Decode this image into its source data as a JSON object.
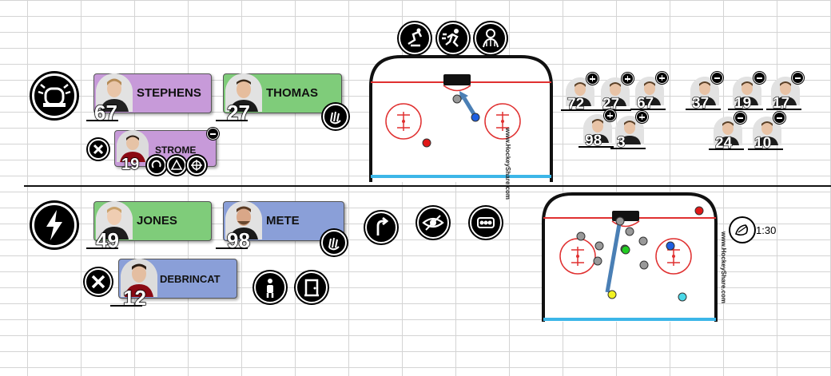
{
  "row1": {
    "players": [
      {
        "name": "STEPHENS",
        "number": "67",
        "color": "#c79ad9"
      },
      {
        "name": "THOMAS",
        "number": "27",
        "color": "#7fcc7a"
      },
      {
        "name": "STROME",
        "number": "19",
        "color": "#c79ad9"
      }
    ],
    "rink_label": "www.HockeyShare.com",
    "bench_plus": [
      "72",
      "27",
      "67",
      "98",
      "3"
    ],
    "bench_minus": [
      "37",
      "19",
      "17",
      "24",
      "10"
    ]
  },
  "row2": {
    "players": [
      {
        "name": "JONES",
        "number": "49",
        "color": "#7fcc7a"
      },
      {
        "name": "METE",
        "number": "98",
        "color": "#8a9fd8"
      },
      {
        "name": "DEBRINCAT",
        "number": "12",
        "color": "#8a9fd8"
      }
    ],
    "rink_label": "www.HockeyShare.com",
    "timer": "1:30"
  },
  "icons": [
    "siren-icon",
    "lightning-icon",
    "skater-icon",
    "sprint-icon",
    "eye-icon",
    "turn-arrow-icon",
    "vision-icon",
    "traffic-light-icon",
    "person-icon",
    "door-icon",
    "clap-icon",
    "cancel-icon",
    "timer-bird-icon"
  ]
}
